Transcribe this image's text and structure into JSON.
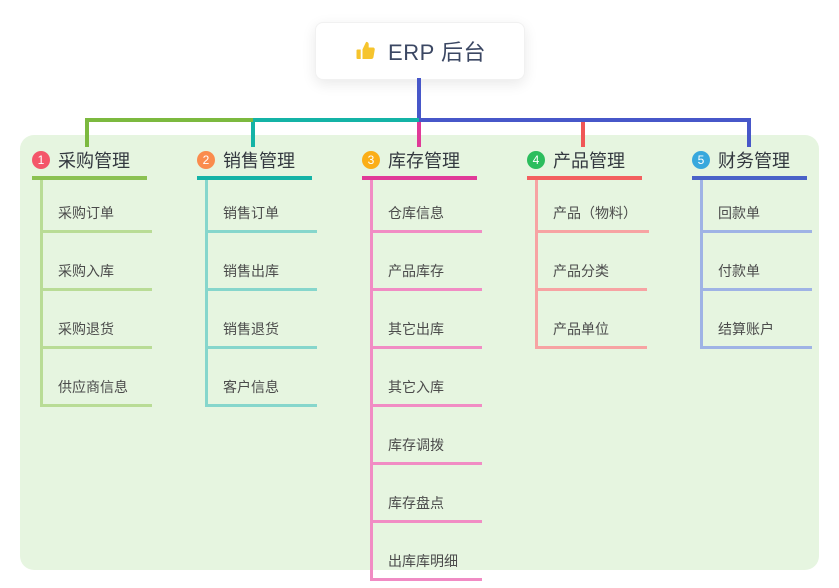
{
  "root": {
    "label": "ERP 后台",
    "icon": "thumbs-up",
    "icon_color": "#f6c42d",
    "text_color": "#3b4763"
  },
  "connector_colors": {
    "stem": "#4757c9",
    "bus_left": "#7cb93f",
    "bus_mid": "#14b3a6",
    "bus_right": "#4757c9"
  },
  "panel_color": "#e6f5e0",
  "branches": [
    {
      "badge": "1",
      "label": "采购管理",
      "badge_color": "#f4566a",
      "title_line_color": "#8bc152",
      "drop_color": "#7cb93f",
      "child_line_color": "#b9dc96",
      "children": [
        "采购订单",
        "采购入库",
        "采购退货",
        "供应商信息"
      ]
    },
    {
      "badge": "2",
      "label": "销售管理",
      "badge_color": "#fa8c4d",
      "title_line_color": "#14b3a6",
      "drop_color": "#14b3a6",
      "child_line_color": "#86d6cc",
      "children": [
        "销售订单",
        "销售出库",
        "销售退货",
        "客户信息"
      ]
    },
    {
      "badge": "3",
      "label": "库存管理",
      "badge_color": "#fbae17",
      "title_line_color": "#e03a98",
      "drop_color": "#e03a98",
      "child_line_color": "#f18cc4",
      "children": [
        "仓库信息",
        "产品库存",
        "其它出库",
        "其它入库",
        "库存调拨",
        "库存盘点",
        "出库库明细"
      ]
    },
    {
      "badge": "4",
      "label": "产品管理",
      "badge_color": "#2cbd5d",
      "title_line_color": "#f35f5f",
      "drop_color": "#f05656",
      "child_line_color": "#f7a3a3",
      "children": [
        "产品（物料）",
        "产品分类",
        "产品单位"
      ]
    },
    {
      "badge": "5",
      "label": "财务管理",
      "badge_color": "#38a8dd",
      "title_line_color": "#4a62c8",
      "drop_color": "#4757c9",
      "child_line_color": "#9fb3e5",
      "children": [
        "回款单",
        "付款单",
        "结算账户"
      ]
    }
  ]
}
